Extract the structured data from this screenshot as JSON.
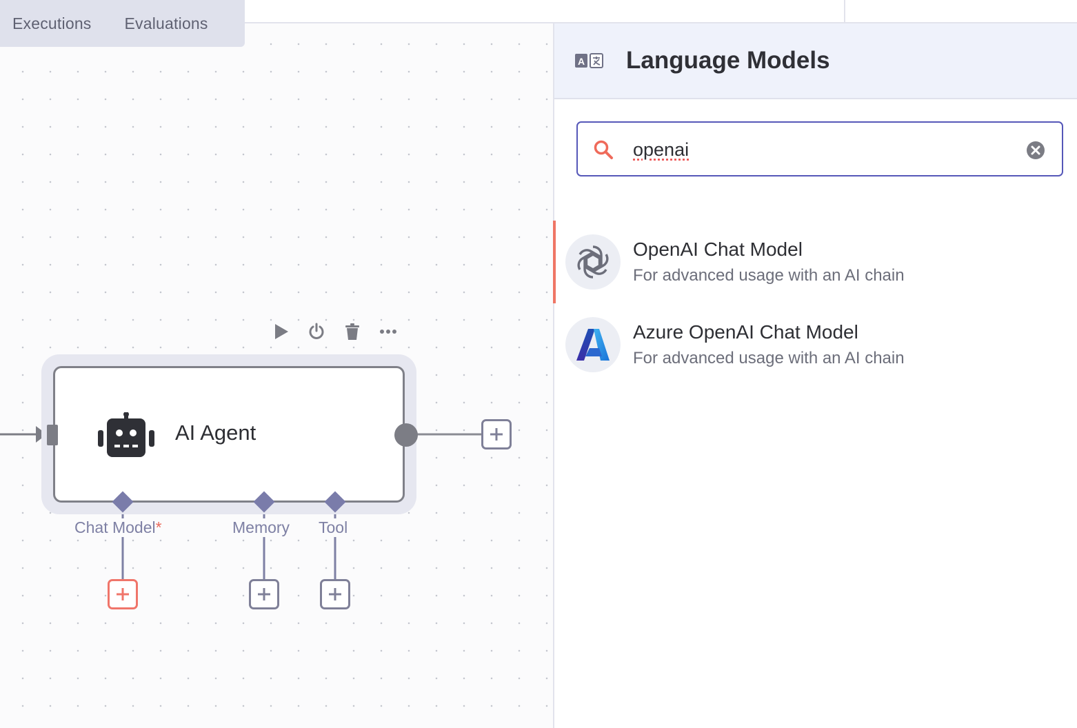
{
  "tabs": [
    {
      "label": "Executions"
    },
    {
      "label": "Evaluations"
    }
  ],
  "node": {
    "title": "AI Agent",
    "ports": {
      "chat_model": {
        "label": "Chat Model",
        "required_mark": "*"
      },
      "memory": {
        "label": "Memory"
      },
      "tool": {
        "label": "Tool"
      }
    },
    "toolbar_icons": [
      "play-icon",
      "power-icon",
      "trash-icon",
      "more-icon"
    ]
  },
  "panel": {
    "title": "Language Models",
    "header_icon": "translate-icon",
    "search": {
      "value": "openai",
      "placeholder": ""
    },
    "results": [
      {
        "title": "OpenAI Chat Model",
        "description": "For advanced usage with an AI chain",
        "icon": "openai-icon"
      },
      {
        "title": "Azure OpenAI Chat Model",
        "description": "For advanced usage with an AI chain",
        "icon": "azure-icon"
      }
    ]
  },
  "colors": {
    "accent": "#ef7665",
    "focus_border": "#5557b8",
    "port": "#7a7caa"
  }
}
